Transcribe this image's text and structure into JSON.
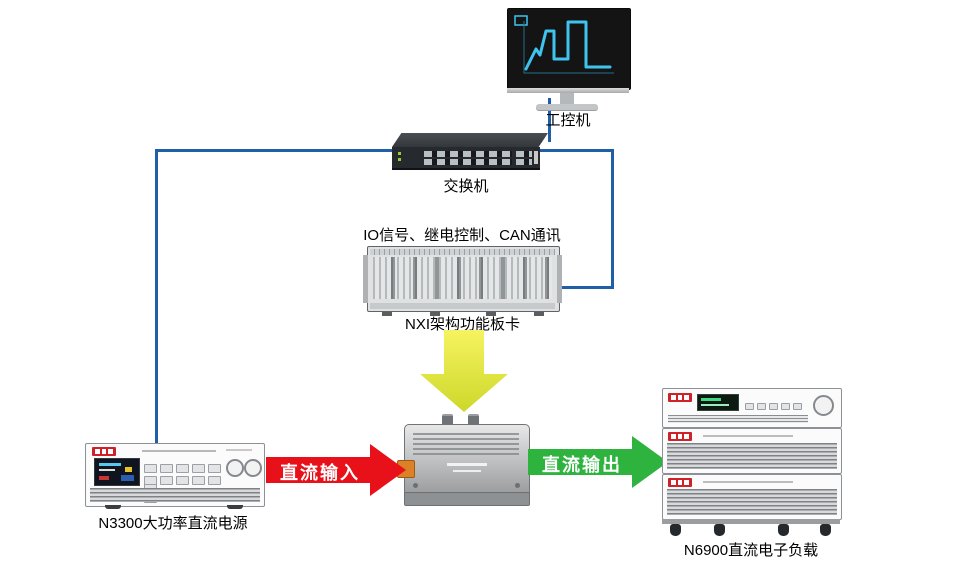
{
  "labels": {
    "ipc": "工控机",
    "switch": "交换机",
    "nxi_caption": "IO信号、继电控制、CAN通讯",
    "nxi": "NXI架构功能板卡",
    "dc_input": "直流输入",
    "dc_output": "直流输出",
    "n3300": "N3300大功率直流电源",
    "n6900": "N6900直流电子负载"
  },
  "colors": {
    "connection_line": "#1f5fa8",
    "dc_input_arrow": "#e8111a",
    "dc_output_arrow": "#2eb33e",
    "control_arrow_yellow": "#e9e83b",
    "chart_line_cyan": "#3fc3ef",
    "brand_red": "#cf2128"
  }
}
